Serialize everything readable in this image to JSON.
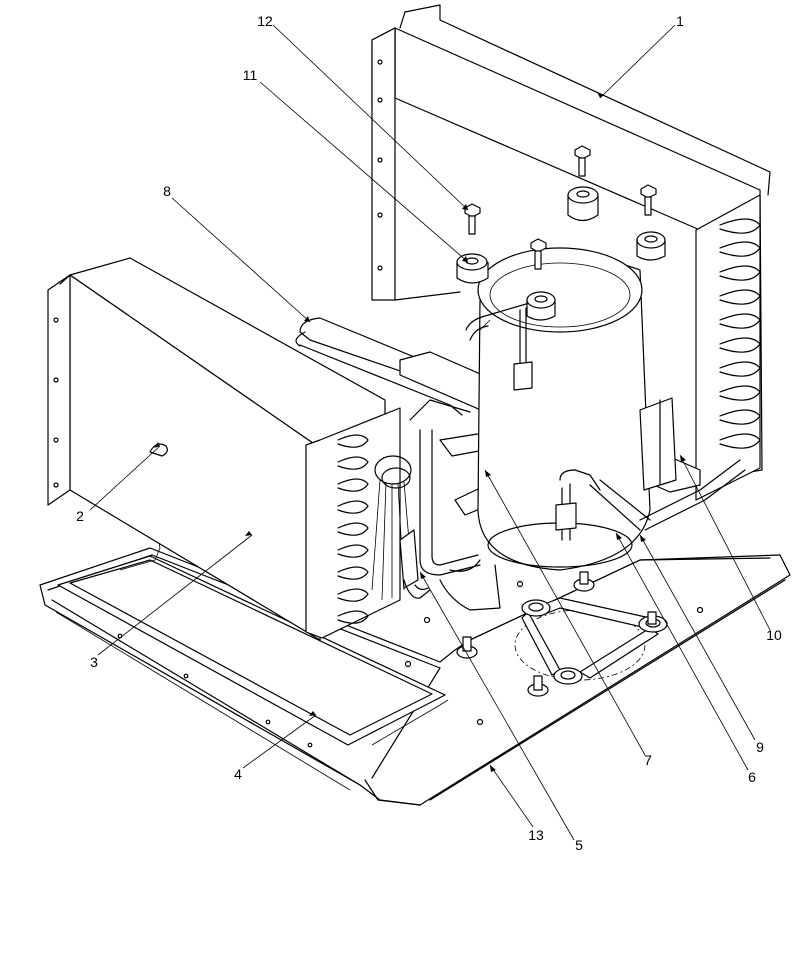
{
  "diagram": {
    "type": "exploded-parts-view",
    "callouts": [
      {
        "id": "c1",
        "label": "1"
      },
      {
        "id": "c2",
        "label": "2"
      },
      {
        "id": "c3",
        "label": "3"
      },
      {
        "id": "c4",
        "label": "4"
      },
      {
        "id": "c5",
        "label": "5"
      },
      {
        "id": "c6",
        "label": "6"
      },
      {
        "id": "c7",
        "label": "7"
      },
      {
        "id": "c8",
        "label": "8"
      },
      {
        "id": "c9",
        "label": "9"
      },
      {
        "id": "c10",
        "label": "10"
      },
      {
        "id": "c11",
        "label": "11"
      },
      {
        "id": "c12",
        "label": "12"
      },
      {
        "id": "c13",
        "label": "13"
      }
    ],
    "line_color": "#000000",
    "background": "#ffffff"
  }
}
